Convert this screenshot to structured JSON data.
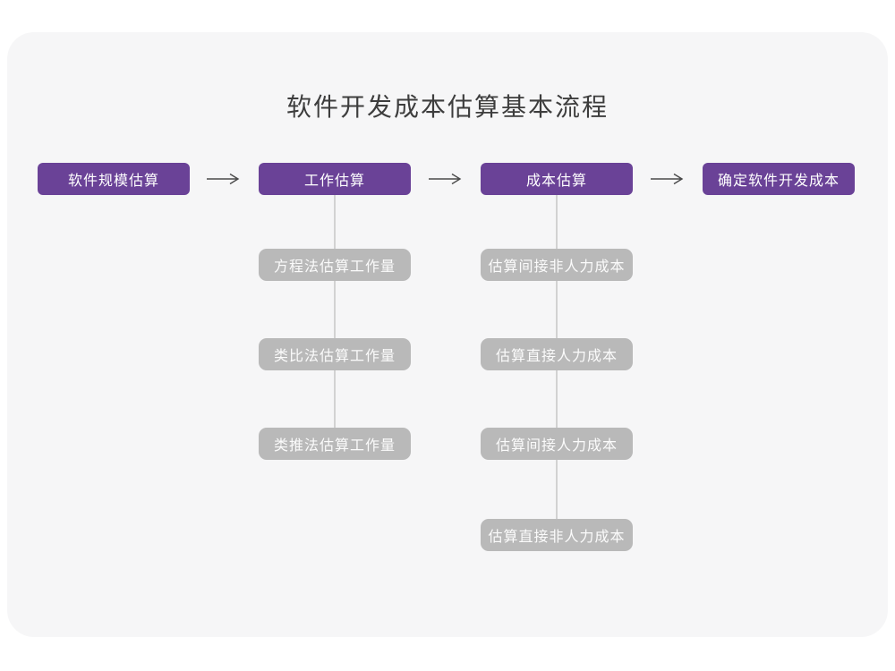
{
  "title": "软件开发成本估算基本流程",
  "colors": {
    "page_bg": "#ffffff",
    "card_bg": "#f6f6f7",
    "title_color": "#3d3d3d",
    "step_bg": "#6a4297",
    "step_text": "#ffffff",
    "sub_bg": "#b9b9b9",
    "sub_text": "#fbfbfb",
    "line_color": "#d2d2d2",
    "arrow_color": "#4a4a4a"
  },
  "flow": {
    "steps": [
      "软件规模估算",
      "工作估算",
      "成本估算",
      "确定软件开发成本"
    ],
    "work_substeps": [
      "方程法估算工作量",
      "类比法估算工作量",
      "类推法估算工作量"
    ],
    "cost_substeps": [
      "估算间接非人力成本",
      "估算直接人力成本",
      "估算间接人力成本",
      "估算直接非人力成本"
    ]
  }
}
